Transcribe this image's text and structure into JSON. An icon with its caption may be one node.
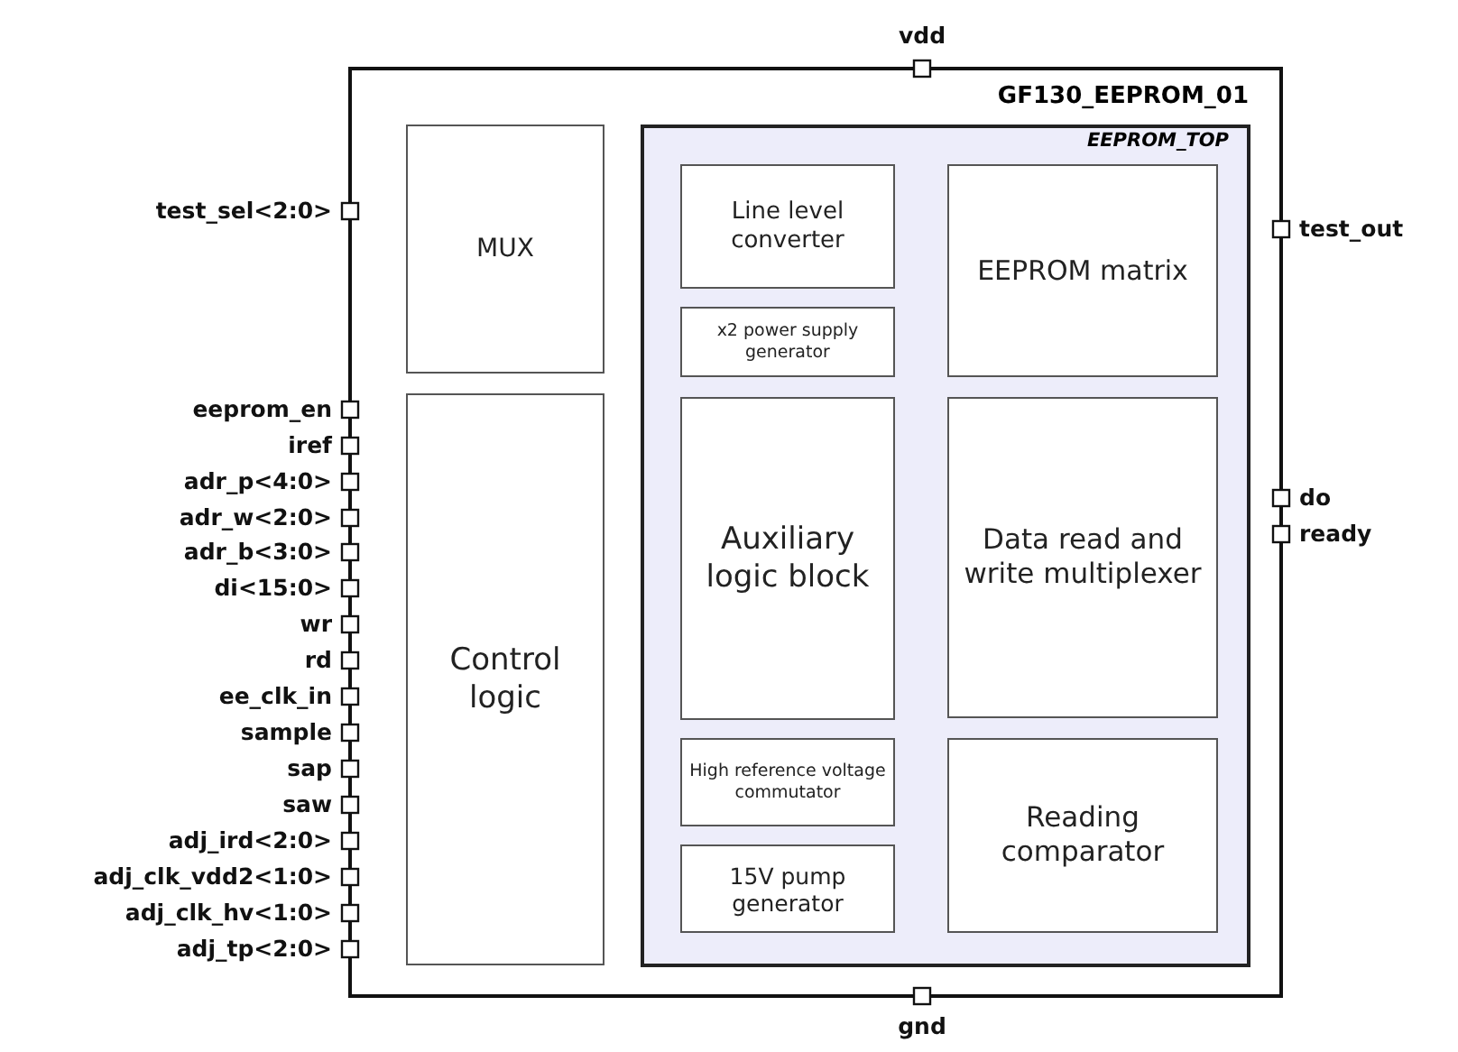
{
  "diagram": {
    "nodes": [
      {
        "text": [
          "GF130_EEPROM_01"
        ]
      },
      {
        "text": [
          "MUX"
        ],
        "in": 0
      },
      {
        "text": [
          "Control logic"
        ],
        "in": 0
      },
      {
        "text": [
          "EEPROM_TOP"
        ],
        "in": 0
      },
      {
        "text": [
          "Line level converter"
        ],
        "in": 3
      },
      {
        "text": [
          "x2 power supply generator"
        ],
        "in": 3
      },
      {
        "text": [
          "Auxiliary logic block"
        ],
        "in": 3
      },
      {
        "text": [
          "High reference voltage commutator"
        ],
        "in": 3
      },
      {
        "text": [
          "15V pump generator"
        ],
        "in": 3
      },
      {
        "text": [
          "EEPROM matrix"
        ],
        "in": 3
      },
      {
        "text": [
          "Data read and write multiplexer"
        ],
        "in": 3
      },
      {
        "text": [
          "Reading comparator"
        ],
        "in": 3
      }
    ],
    "edges": [],
    "labels": [
      "vdd",
      "test_sel<2:0>",
      "test_out",
      "eeprom_en",
      "iref",
      "adr_p<4:0>",
      "adr_w<2:0>",
      "adr_b<3:0>",
      "di<15:0>",
      "wr",
      "rd",
      "ee_clk_in",
      "sample",
      "sap",
      "saw",
      "adj_ird<2:0>",
      "adj_clk_vdd2<1:0>",
      "adj_clk_hv<1:0>",
      "adj_tp<2:0>",
      "do",
      "ready",
      "gnd"
    ]
  }
}
